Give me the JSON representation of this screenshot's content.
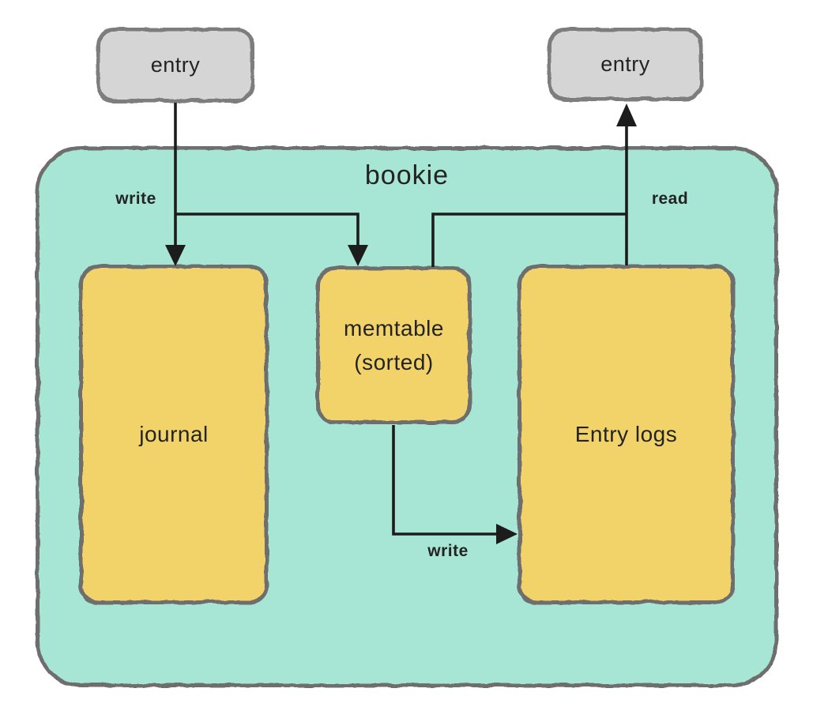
{
  "diagram": {
    "type": "architecture-diagram",
    "container": {
      "title": "bookie"
    },
    "nodes": {
      "entry_left": {
        "label": "entry"
      },
      "entry_right": {
        "label": "entry"
      },
      "journal": {
        "label": "journal"
      },
      "memtable": {
        "label_line1": "memtable",
        "label_line2": "(sorted)"
      },
      "entry_logs": {
        "label": "Entry logs"
      }
    },
    "edge_labels": {
      "write_top": "write",
      "read_top": "read",
      "write_bottom": "write"
    },
    "edges": [
      {
        "from": "entry (top-left)",
        "to": "journal",
        "label": "write",
        "direction": "down"
      },
      {
        "from": "entry (top-left)",
        "to": "memtable (sorted)",
        "label": "write",
        "direction": "down"
      },
      {
        "from": "memtable (sorted)",
        "to": "Entry logs",
        "label": "write",
        "direction": "right"
      },
      {
        "from": "memtable (sorted)",
        "to": "entry (top-right)",
        "label": "read",
        "direction": "up"
      },
      {
        "from": "Entry logs",
        "to": "entry (top-right)",
        "label": "read",
        "direction": "up"
      }
    ],
    "colors": {
      "container_fill": "#a7e6d4",
      "node_fill": "#f2d36b",
      "entry_fill": "#d5d5d5",
      "border_color": "#6e6e6e",
      "entry_border_color": "#7d7d7d",
      "arrow_color": "#1c1c1c",
      "text_color": "#232323"
    }
  }
}
